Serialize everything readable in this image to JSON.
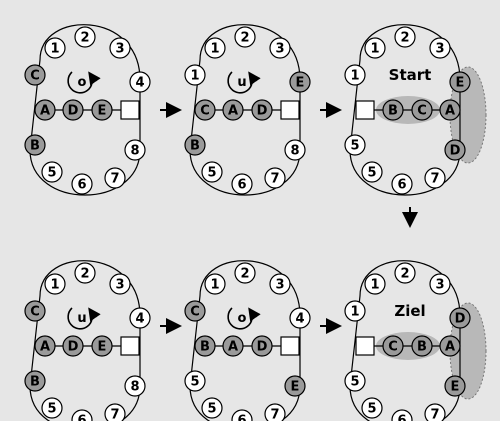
{
  "colors": {
    "background": "#e6e6e6",
    "white_node": "#ffffff",
    "letter_node": "#9a9a9a",
    "marked_region": "#b8b8b8",
    "stroke": "#000000"
  },
  "labels": {
    "start": "Start",
    "goal": "Ziel"
  },
  "panels": [
    {
      "id": "p1",
      "rotation": "o",
      "left_outer_top": "C",
      "left_outer_bottom": "B",
      "right_outer_top": "4",
      "right_outer_bottom": "8",
      "bar": [
        "A",
        "D",
        "E",
        "□"
      ],
      "marked": false
    },
    {
      "id": "p2",
      "rotation": "u",
      "left_outer_top": "1",
      "left_outer_bottom": "B",
      "right_outer_top": "E",
      "right_outer_bottom": "8",
      "bar": [
        "C",
        "A",
        "D",
        "□"
      ],
      "marked": false
    },
    {
      "id": "p3",
      "label": "Start",
      "left_outer_top": "1",
      "left_outer_bottom": "5",
      "right_outer_top": "E",
      "right_outer_bottom": "D",
      "bar": [
        "□",
        "B",
        "C",
        "A"
      ],
      "marked": true
    },
    {
      "id": "p4",
      "rotation": "u",
      "left_outer_top": "C",
      "left_outer_bottom": "B",
      "right_outer_top": "4",
      "right_outer_bottom": "8",
      "bar": [
        "A",
        "D",
        "E",
        "□"
      ],
      "marked": false
    },
    {
      "id": "p5",
      "rotation": "o",
      "left_outer_top": "C",
      "left_outer_bottom": "5",
      "right_outer_top": "4",
      "right_outer_bottom": "E",
      "bar": [
        "B",
        "A",
        "D",
        "□"
      ],
      "marked": false
    },
    {
      "id": "p6",
      "label": "Ziel",
      "left_outer_top": "1",
      "left_outer_bottom": "5",
      "right_outer_top": "D",
      "right_outer_bottom": "E",
      "bar": [
        "□",
        "C",
        "B",
        "A"
      ],
      "marked": true
    }
  ],
  "fixed_ring": {
    "top": [
      "1",
      "2",
      "3"
    ],
    "bottom": [
      "5",
      "6",
      "7"
    ]
  }
}
